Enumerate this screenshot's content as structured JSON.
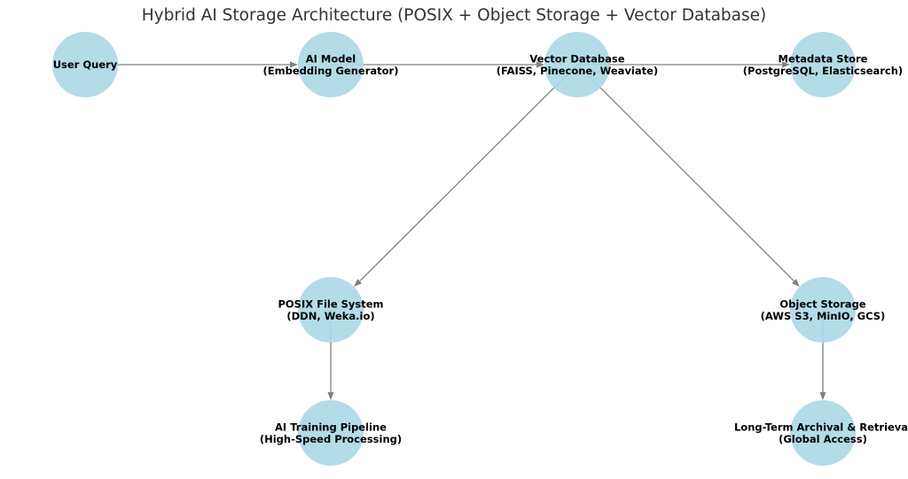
{
  "title": "Hybrid AI Storage Architecture (POSIX + Object Storage + Vector Database)",
  "colors": {
    "node_fill": "#add8e6",
    "edge": "#808080",
    "title_text": "#333333",
    "label_text": "#000000"
  },
  "nodes": [
    {
      "id": "user_query",
      "lines": [
        "User Query"
      ]
    },
    {
      "id": "ai_model",
      "lines": [
        "AI Model",
        "(Embedding Generator)"
      ]
    },
    {
      "id": "vector_db",
      "lines": [
        "Vector Database",
        "(FAISS, Pinecone, Weaviate)"
      ]
    },
    {
      "id": "metadata_store",
      "lines": [
        "Metadata Store",
        "(PostgreSQL, Elasticsearch)"
      ]
    },
    {
      "id": "posix_fs",
      "lines": [
        "POSIX File System",
        "(DDN, Weka.io)"
      ]
    },
    {
      "id": "object_storage",
      "lines": [
        "Object Storage",
        "(AWS S3, MinIO, GCS)"
      ]
    },
    {
      "id": "training_pipeline",
      "lines": [
        "AI Training Pipeline",
        "(High-Speed Processing)"
      ]
    },
    {
      "id": "archival",
      "lines": [
        "Long-Term Archival & Retrieval",
        "(Global Access)"
      ]
    }
  ],
  "edges": [
    {
      "from": "user_query",
      "to": "ai_model"
    },
    {
      "from": "ai_model",
      "to": "vector_db"
    },
    {
      "from": "vector_db",
      "to": "metadata_store"
    },
    {
      "from": "vector_db",
      "to": "posix_fs"
    },
    {
      "from": "vector_db",
      "to": "object_storage"
    },
    {
      "from": "posix_fs",
      "to": "training_pipeline"
    },
    {
      "from": "object_storage",
      "to": "archival"
    }
  ]
}
